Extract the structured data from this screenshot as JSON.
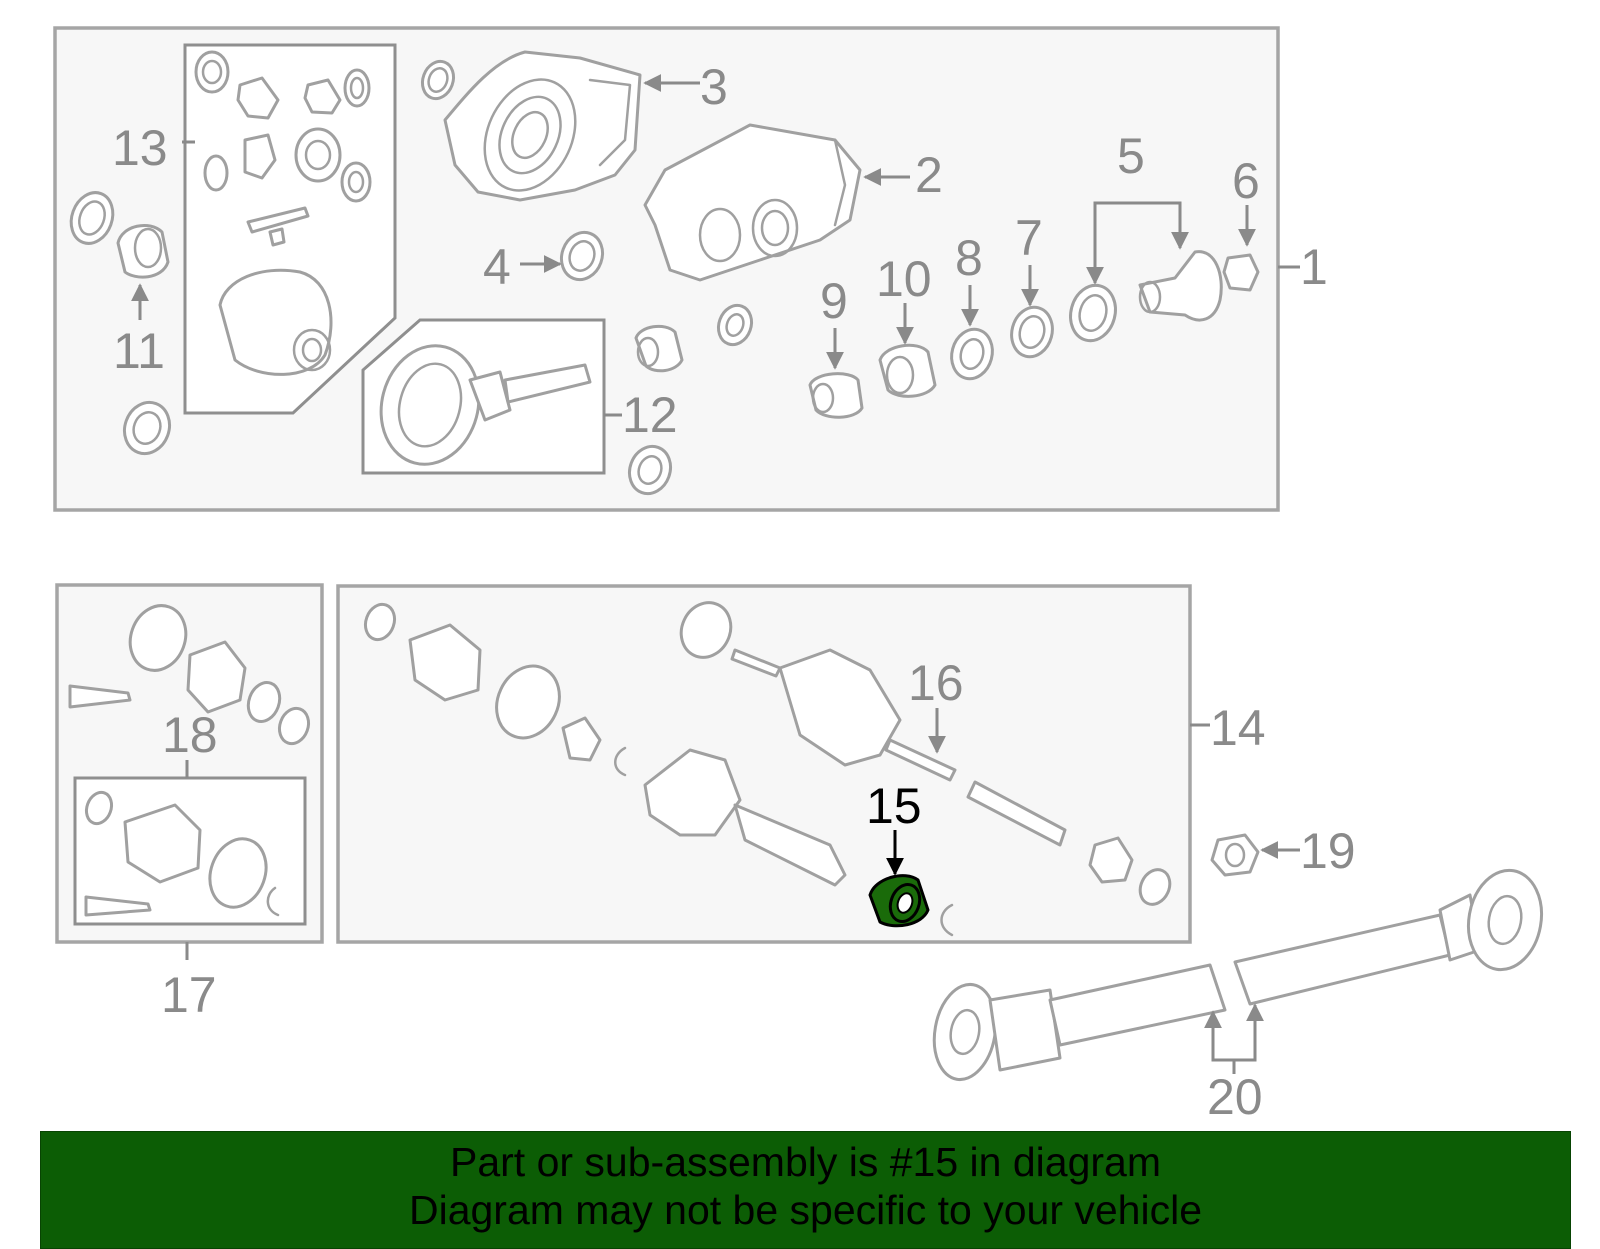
{
  "diagram": {
    "highlighted_part": "15",
    "colors": {
      "highlight_fill": "#1a6b0a",
      "banner_bg": "#0c5d05",
      "line_gray": "#a0a0a0",
      "label_gray": "#8a8a8a",
      "box_fill": "#f7f7f7"
    },
    "callouts": {
      "c1": "1",
      "c2": "2",
      "c3": "3",
      "c4": "4",
      "c5": "5",
      "c6": "6",
      "c7": "7",
      "c8": "8",
      "c9": "9",
      "c10": "10",
      "c11": "11",
      "c12": "12",
      "c13": "13",
      "c14": "14",
      "c15": "15",
      "c16": "16",
      "c17": "17",
      "c18": "18",
      "c19": "19",
      "c20": "20"
    }
  },
  "banner": {
    "line1": "Part or sub-assembly is #15 in diagram",
    "line2": "Diagram may not be specific to your vehicle"
  }
}
